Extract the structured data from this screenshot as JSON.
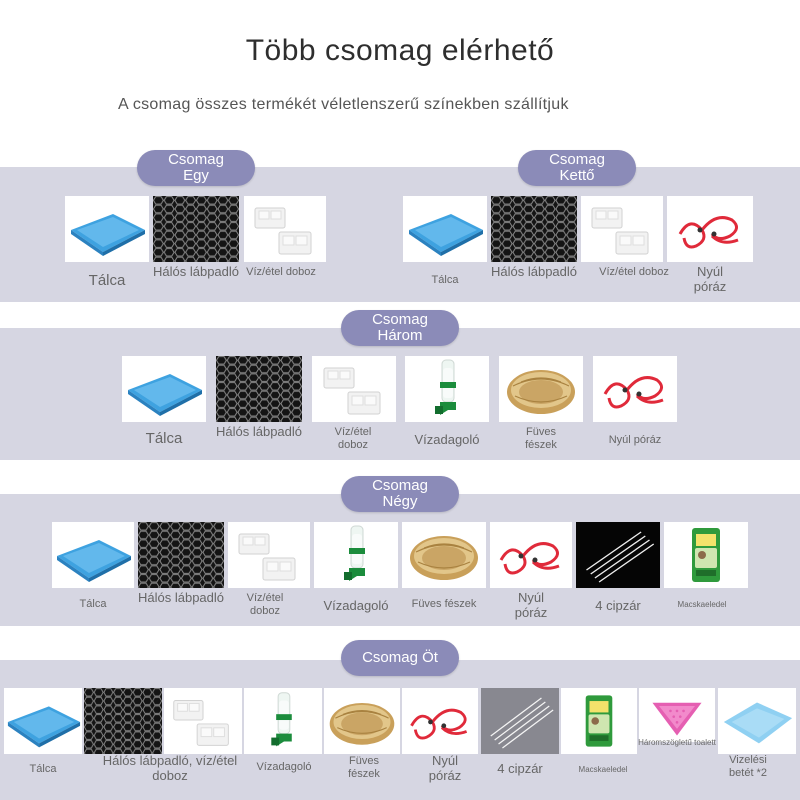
{
  "header": {
    "title": "Több csomag elérhető",
    "subtitle": "A csomag összes termékét véletlenszerű színekben szállítjuk"
  },
  "packages": [
    {
      "name": "Csomag Egy",
      "name_lines": [
        "Csomag",
        "Egy"
      ],
      "items": [
        "Tálca",
        "Hálós lábpadló",
        "Víz/étel doboz"
      ]
    },
    {
      "name": "Csomag Kettő",
      "name_lines": [
        "Csomag",
        "Kettő"
      ],
      "items": [
        "Tálca",
        "Hálós lábpadló",
        "Víz/étel doboz",
        "Nyúl póráz"
      ]
    },
    {
      "name": "Csomag Három",
      "name_lines": [
        "Csomag",
        "Három"
      ],
      "items": [
        "Tálca",
        "Hálós lábpadló",
        "Víz/étel doboz",
        "Vízadagoló",
        "Füves fészek",
        "Nyúl póráz"
      ]
    },
    {
      "name": "Csomag Négy",
      "name_lines": [
        "Csomag",
        "Négy"
      ],
      "items": [
        "Tálca",
        "Hálós lábpadló",
        "Víz/étel doboz",
        "Vízadagoló",
        "Füves fészek",
        "Nyúl póráz",
        "4 cipzár",
        "Macskaeledel"
      ]
    },
    {
      "name": "Csomag Öt",
      "name_lines": [
        "Csomag Öt"
      ],
      "items": [
        "Tálca",
        "Hálós lábpadló, víz/étel doboz",
        "Vízadagoló",
        "Füves fészek",
        "Nyúl póráz",
        "4 cipzár",
        "Macskaeledel",
        "Háromszögletű toalett",
        "Vizelési betét *2"
      ]
    }
  ],
  "colors": {
    "band": "#d6d6e2",
    "pill": "#8b8bb8",
    "tray": "#3ea2e0",
    "leash": "#e02a3a",
    "nest": "#d8b470",
    "toilet": "#e55fb2",
    "pad": "#8fd0f2"
  }
}
